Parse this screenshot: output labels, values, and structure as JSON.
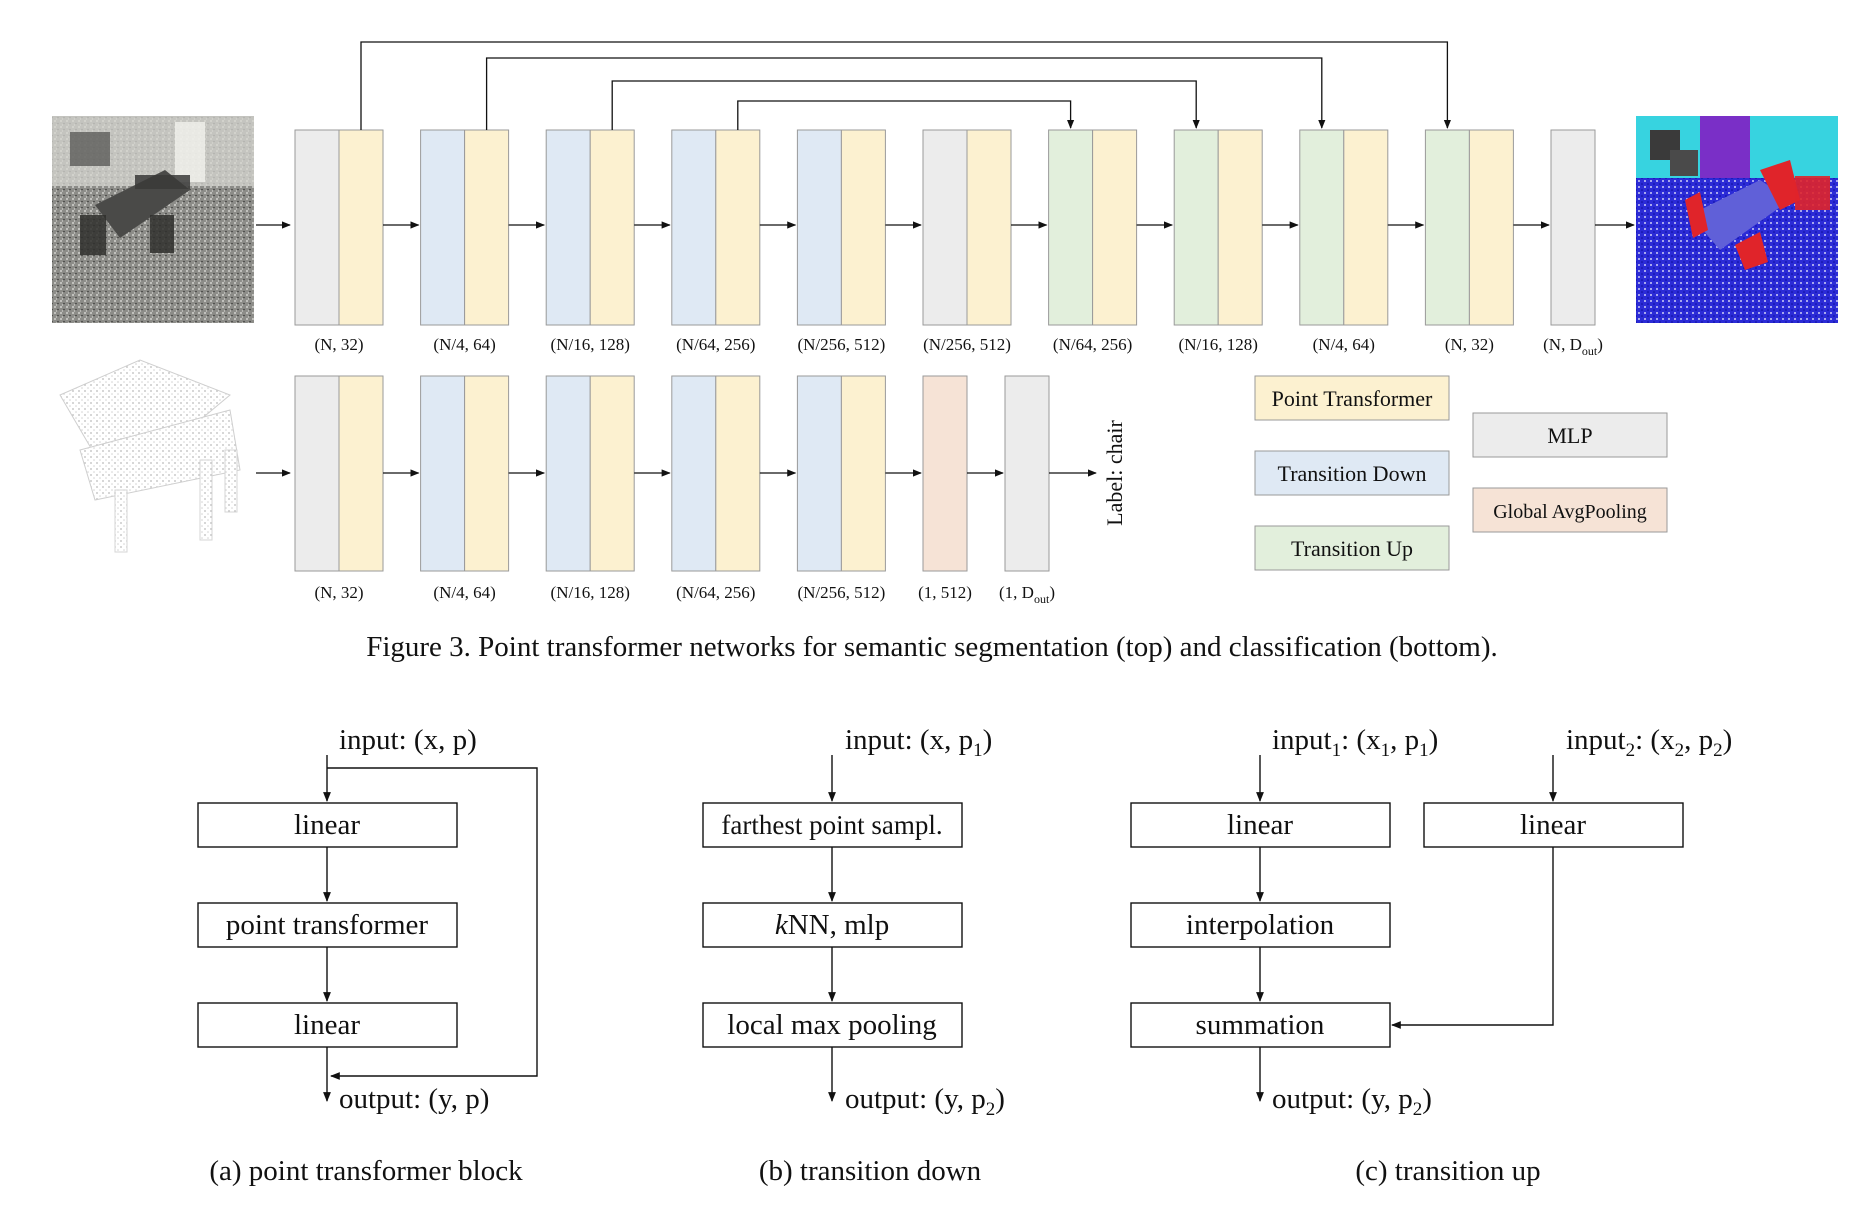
{
  "colors": {
    "point_transformer": "#fcf1d0",
    "transition_down": "#dfe9f4",
    "transition_up": "#e2efdc",
    "mlp": "#ececec",
    "global_avgpooling": "#f6e3d6",
    "border": "#9a9a9a",
    "line": "#111111"
  },
  "segmentation": {
    "blocks": [
      {
        "kind": "mlp_pt",
        "label": "(N, 32)"
      },
      {
        "kind": "td_pt",
        "label": "(N/4, 64)"
      },
      {
        "kind": "td_pt",
        "label": "(N/16, 128)"
      },
      {
        "kind": "td_pt",
        "label": "(N/64, 256)"
      },
      {
        "kind": "td_pt",
        "label": "(N/256, 512)"
      },
      {
        "kind": "mlp_pt",
        "label": "(N/256, 512)"
      },
      {
        "kind": "tu_pt",
        "label": "(N/64, 256)"
      },
      {
        "kind": "tu_pt",
        "label": "(N/16, 128)"
      },
      {
        "kind": "tu_pt",
        "label": "(N/4, 64)"
      },
      {
        "kind": "tu_pt",
        "label": "(N, 32)"
      }
    ],
    "final_block": {
      "kind": "mlp",
      "label": "(N, D",
      "label_sub": "out",
      "label_end": ")"
    }
  },
  "classification": {
    "blocks": [
      {
        "kind": "mlp_pt",
        "label": "(N, 32)"
      },
      {
        "kind": "td_pt",
        "label": "(N/4, 64)"
      },
      {
        "kind": "td_pt",
        "label": "(N/16, 128)"
      },
      {
        "kind": "td_pt",
        "label": "(N/64, 256)"
      },
      {
        "kind": "td_pt",
        "label": "(N/256, 512)"
      }
    ],
    "pool_block": {
      "label": "(1, 512)"
    },
    "final_block": {
      "label": "(1, D",
      "label_sub": "out",
      "label_end": ")"
    },
    "output_label": "Label: chair"
  },
  "legend": {
    "point_transformer": "Point Transformer",
    "transition_down": "Transition Down",
    "transition_up": "Transition Up",
    "mlp": "MLP",
    "global_avgpooling": "Global AvgPooling"
  },
  "figure3_caption": "Figure 3. Point transformer networks for semantic segmentation (top) and classification (bottom).",
  "block_a": {
    "input": "input: (x, p)",
    "steps": [
      "linear",
      "point transformer",
      "linear"
    ],
    "output": "output: (y, p)",
    "caption": "(a) point transformer block"
  },
  "block_b": {
    "input_pre": "input: (x, p",
    "input_sub": "1",
    "input_post": ")",
    "step1": "farthest point sampl.",
    "step2_italic": "k",
    "step2_rest": "NN, mlp",
    "step3": "local max pooling",
    "output_pre": "output: (y, p",
    "output_sub": "2",
    "output_post": ")",
    "caption": "(b) transition down"
  },
  "block_c": {
    "input1_a": "input",
    "input1_sub": "1",
    "input1_b": ": (x",
    "input1_sub2": "1",
    "input1_c": ", p",
    "input1_sub3": "1",
    "input1_d": ")",
    "input2_a": "input",
    "input2_sub": "2",
    "input2_b": ": (x",
    "input2_sub2": "2",
    "input2_c": ", p",
    "input2_sub3": "2",
    "input2_d": ")",
    "steps_left": [
      "linear",
      "interpolation",
      "summation"
    ],
    "step_right": "linear",
    "output_pre": "output: (y, p",
    "output_sub": "2",
    "output_post": ")",
    "caption": "(c) transition up"
  }
}
